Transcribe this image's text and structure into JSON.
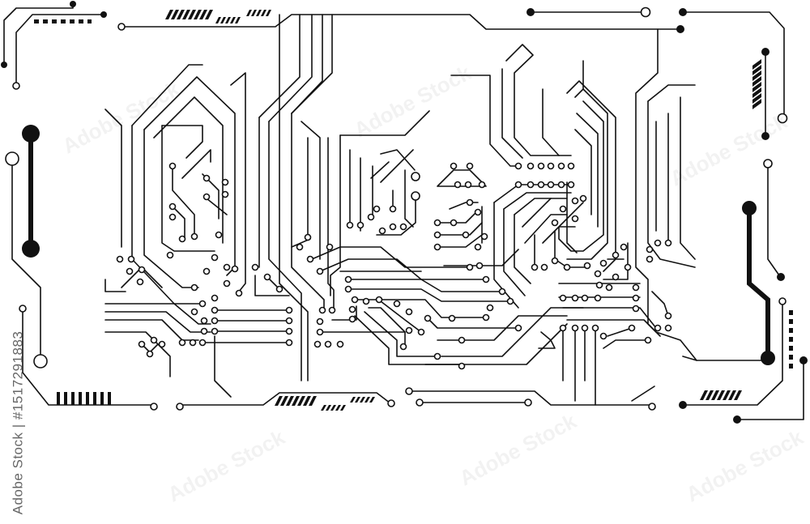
{
  "stock": {
    "image_id_text": "1517291883",
    "side_label": "Adobe Stock | #1517291883",
    "watermark": "Adobe Stock"
  },
  "colors": {
    "trace": "#111111",
    "background": "#ffffff",
    "stock_text": "#666666"
  }
}
